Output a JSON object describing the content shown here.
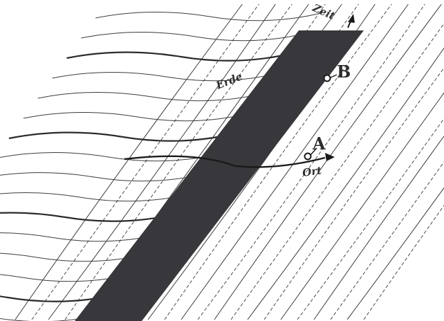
{
  "labels": {
    "time_axis": "Zeit",
    "earth": "Erde",
    "place_axis": "Ort",
    "point_a": "A",
    "point_b": "B"
  },
  "colors": {
    "worldline_band": "#38373b",
    "grid": "#3a3a3a",
    "background": "#ffffff"
  }
}
